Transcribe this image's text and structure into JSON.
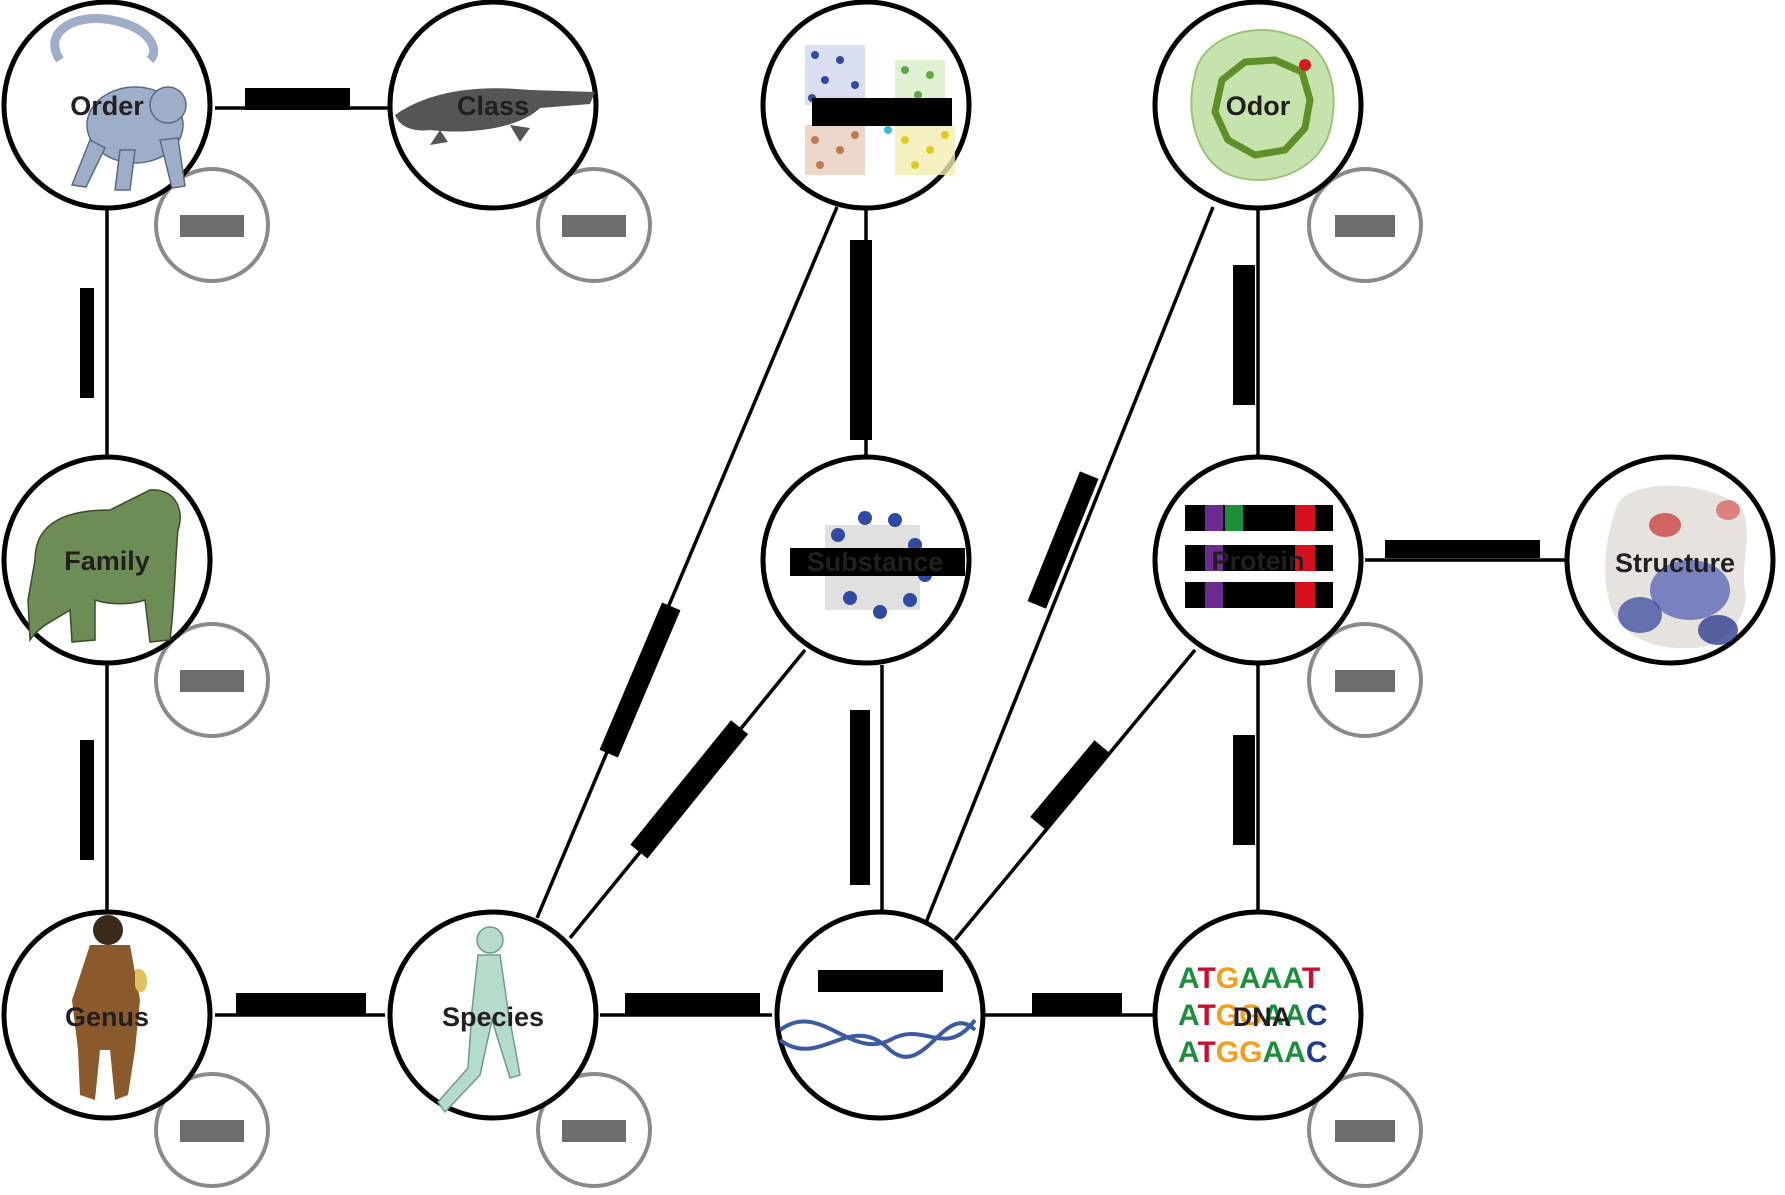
{
  "colors": {
    "edge": "#000000",
    "node_border": "#000000",
    "badge_border": "#8a8a8a",
    "badge_fill": "#6d6d6d",
    "label_text": "#231f20",
    "monkey": "#9eaec8",
    "platypus": "#555555",
    "gorilla": "#6e8c55",
    "hominid": "#8a5a2c",
    "walker": "#b5dccb",
    "odor_halo": "#c7e3ad",
    "odor_ring": "#5f8f28",
    "dna_helix": "#3c5aa0",
    "dna_A": "#1d8f3c",
    "dna_T": "#c8102e",
    "dna_G": "#f0a01e",
    "dna_C": "#1f3c8a",
    "prot_purple": "#6a2c8e",
    "prot_green": "#1d8f3c",
    "prot_red": "#d4101c",
    "substance_node": "#2f4aa0"
  },
  "nodes": [
    {
      "id": "order",
      "label": "Order",
      "icon": "monkey-icon"
    },
    {
      "id": "class",
      "label": "Class",
      "icon": "platypus-icon"
    },
    {
      "id": "mixture",
      "label": "",
      "icon": "mixture-graph-icon"
    },
    {
      "id": "odor",
      "label": "Odor",
      "icon": "odor-molecule-icon"
    },
    {
      "id": "family",
      "label": "Family",
      "icon": "gorilla-icon"
    },
    {
      "id": "substance",
      "label": "Substance",
      "icon": "substance-graph-icon"
    },
    {
      "id": "protein",
      "label": "Protein",
      "icon": "protein-sequence-icon"
    },
    {
      "id": "structure",
      "label": "Structure",
      "icon": "protein-surface-icon"
    },
    {
      "id": "genus",
      "label": "Genus",
      "icon": "hominid-icon"
    },
    {
      "id": "species",
      "label": "Species",
      "icon": "walking-human-icon"
    },
    {
      "id": "gene",
      "label": "",
      "icon": "dna-helix-icon"
    },
    {
      "id": "dna",
      "label": "DNA",
      "icon": "dna-sequence-icon"
    }
  ],
  "dna_sequence": [
    "ATGAAAT",
    "ATGGAAC",
    "ATGGAAC"
  ],
  "edges": [
    [
      "order",
      "class"
    ],
    [
      "order",
      "family"
    ],
    [
      "family",
      "genus"
    ],
    [
      "genus",
      "species"
    ],
    [
      "species",
      "gene"
    ],
    [
      "gene",
      "dna"
    ],
    [
      "species",
      "mixture"
    ],
    [
      "species",
      "substance"
    ],
    [
      "mixture",
      "substance"
    ],
    [
      "substance",
      "gene"
    ],
    [
      "gene",
      "odor"
    ],
    [
      "gene",
      "protein"
    ],
    [
      "odor",
      "protein"
    ],
    [
      "protein",
      "dna"
    ],
    [
      "protein",
      "structure"
    ]
  ]
}
